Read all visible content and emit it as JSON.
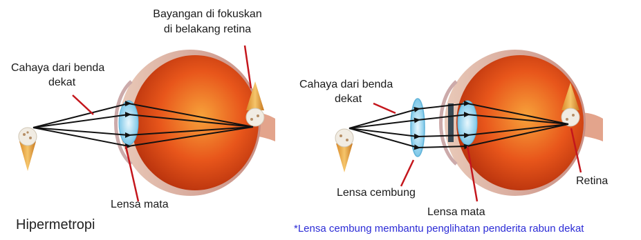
{
  "colors": {
    "pointer": "#c4161c",
    "ray": "#111111",
    "note": "#2b2bd6",
    "eyeball": "#e8561b",
    "lens": "#9fd6ee"
  },
  "left": {
    "label_light": [
      "Cahaya dari benda",
      "dekat"
    ],
    "label_image": [
      "Bayangan di fokuskan",
      "di belakang retina"
    ],
    "label_lens": "Lensa mata",
    "caption": "Hipermetropi"
  },
  "right": {
    "label_light": [
      "Cahaya dari benda",
      "dekat"
    ],
    "label_convex": "Lensa cembung",
    "label_lens": "Lensa mata",
    "label_retina": "Retina",
    "note": "*Lensa cembung membantu penglihatan penderita rabun dekat"
  }
}
